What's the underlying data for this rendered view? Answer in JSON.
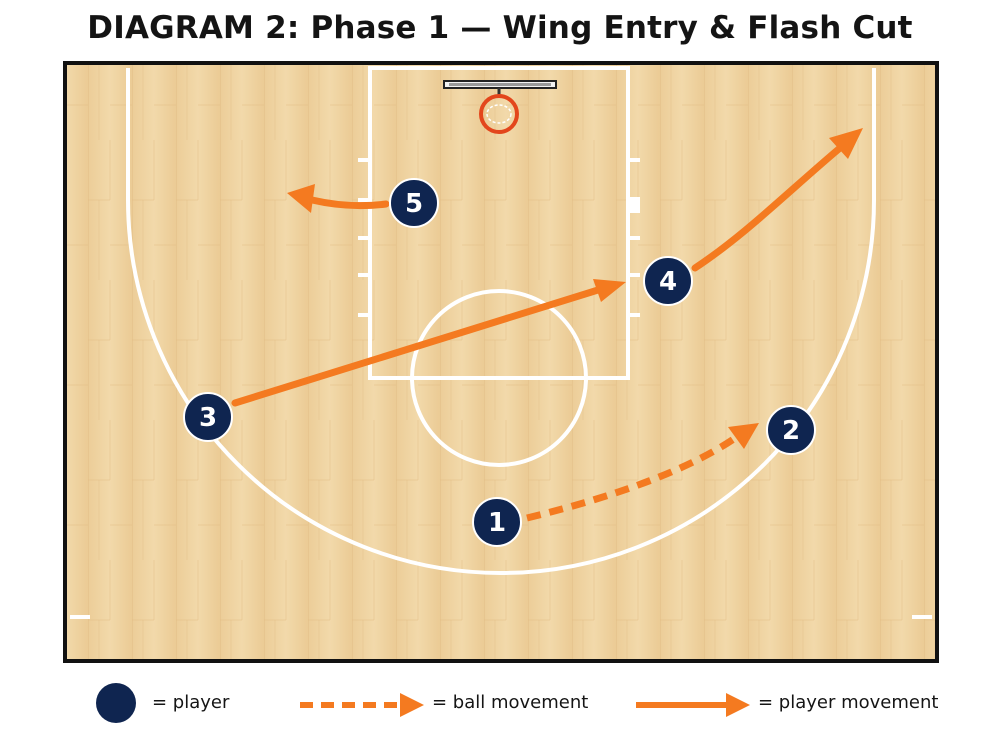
{
  "title": "DIAGRAM 2: Phase 1 — Wing Entry & Flash Cut",
  "colors": {
    "player": "#0f2550",
    "arrow": "#f47a20",
    "court_lines": "#ffffff",
    "court_border": "#111111",
    "wood_light": "#efd3a1",
    "rim": "#e3461c"
  },
  "players": [
    {
      "label": "1"
    },
    {
      "label": "2"
    },
    {
      "label": "3"
    },
    {
      "label": "4"
    },
    {
      "label": "5"
    }
  ],
  "legend": {
    "player_label": "= player",
    "ball_label": "= ball movement",
    "move_label": "= player movement"
  }
}
